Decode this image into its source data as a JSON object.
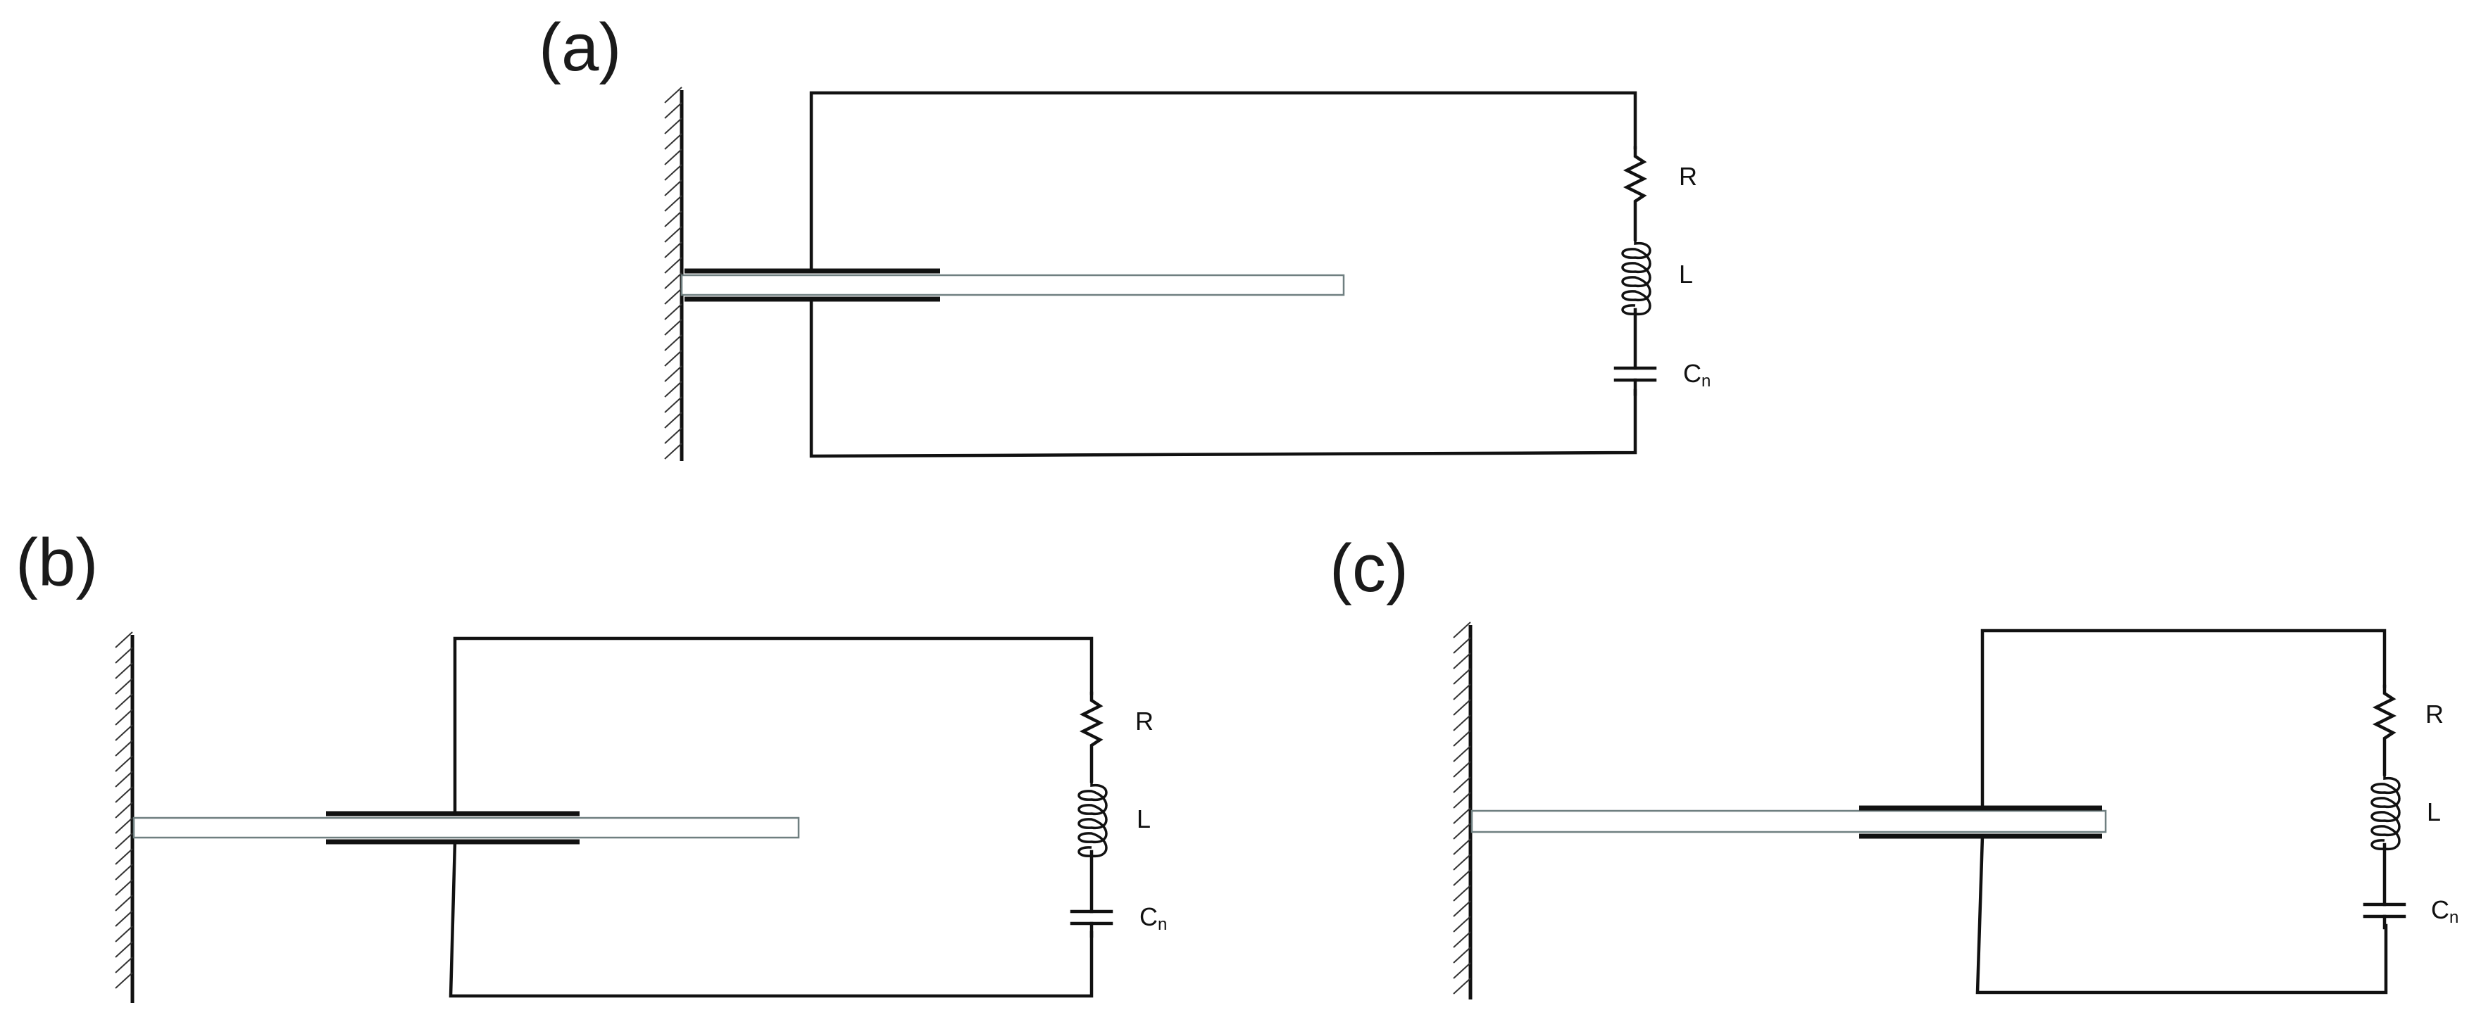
{
  "panels": [
    {
      "label": "(a)",
      "components": {
        "resistor": "R",
        "inductor": "L",
        "capacitor": "C",
        "capacitor_subscript": "n"
      }
    },
    {
      "label": "(b)",
      "components": {
        "resistor": "R",
        "inductor": "L",
        "capacitor": "C",
        "capacitor_subscript": "n"
      }
    },
    {
      "label": "(c)",
      "components": {
        "resistor": "R",
        "inductor": "L",
        "capacitor": "C",
        "capacitor_subscript": "n"
      }
    }
  ]
}
